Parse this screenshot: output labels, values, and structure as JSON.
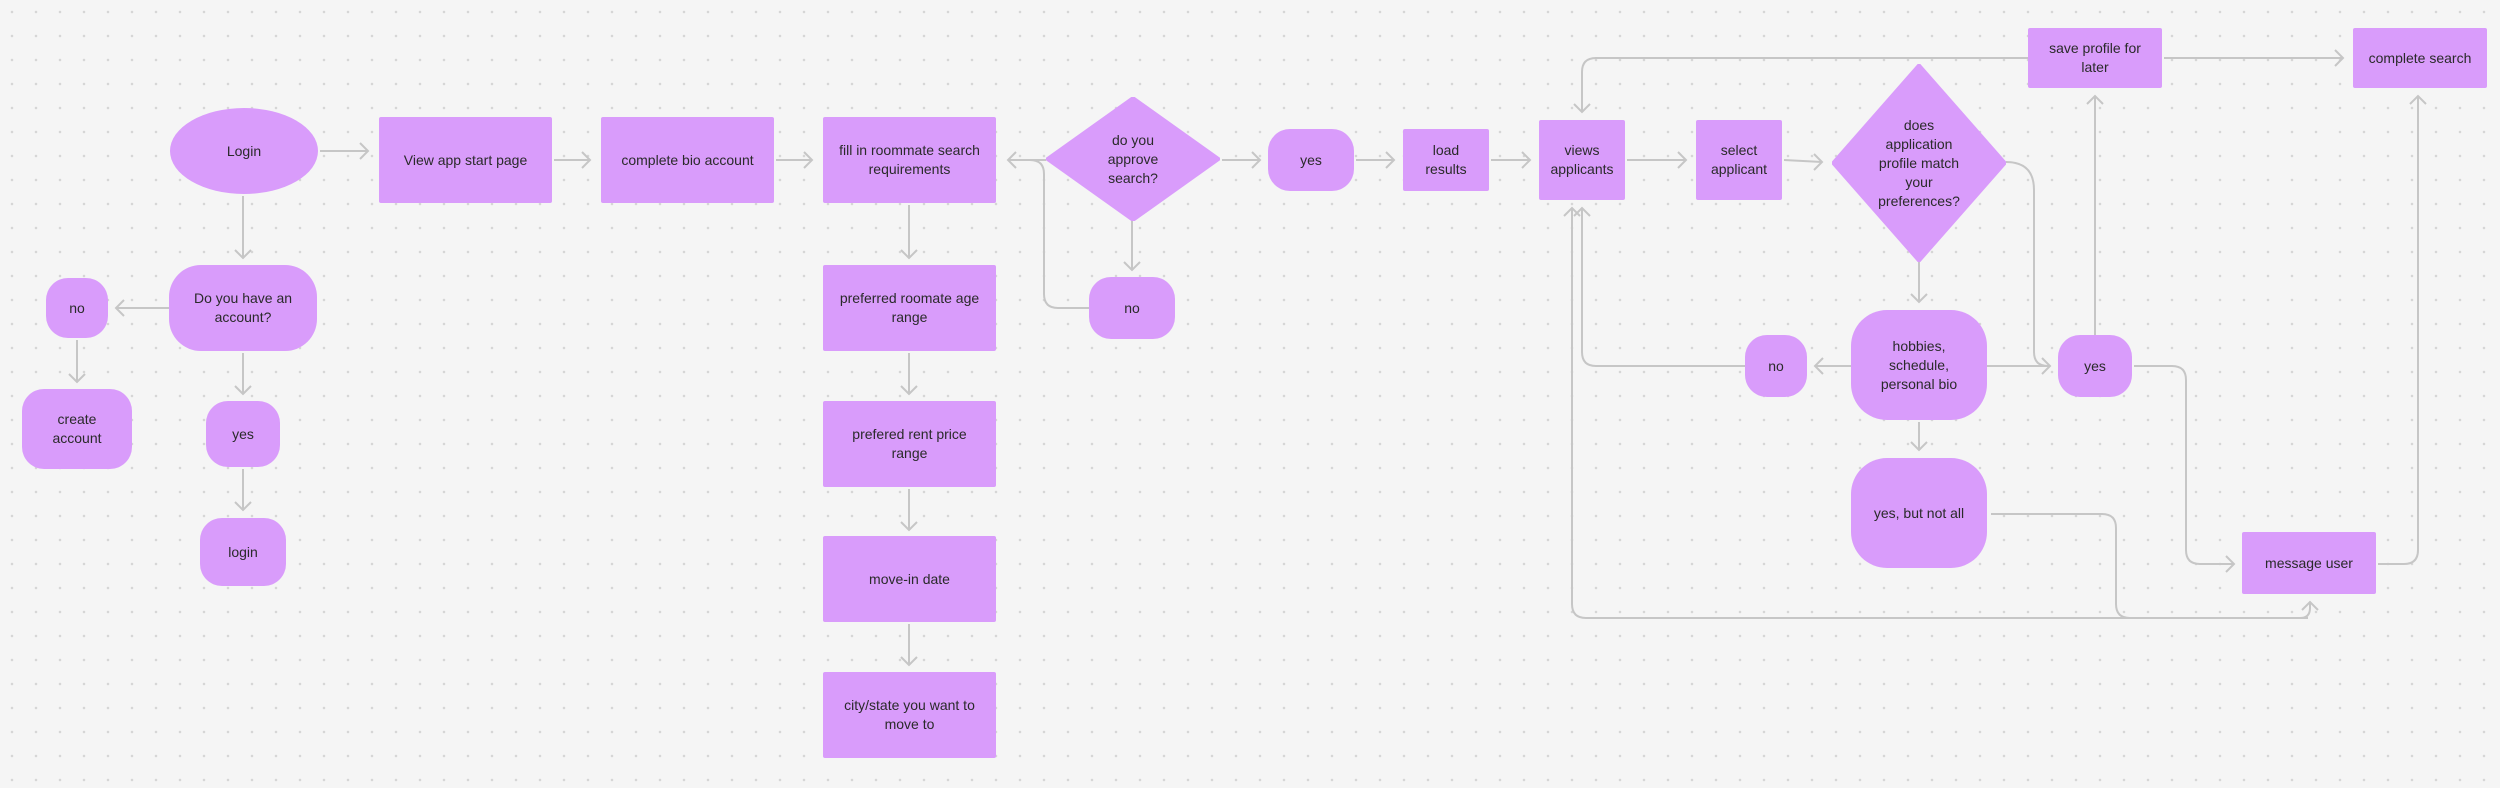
{
  "diagram": {
    "fill_color": "#d99cfb",
    "edge_color": "#c6c6c6",
    "nodes": {
      "login_start": "Login",
      "view_app": "View app start page",
      "complete_bio": "complete bio account",
      "fill_search": "fill in roommate search\nrequirements",
      "approve_search": "do you\napprove\nsearch?",
      "yes_search": "yes",
      "load_results": "load\nresults",
      "views_applicants": "views\napplicants",
      "select_applicant": "select\napplicant",
      "profile_match": "does\napplication\nprofile match\nyour\npreferences?",
      "save_profile": "save profile for\nlater",
      "complete_search": "complete search",
      "have_account": "Do you have an\naccount?",
      "no_account": "no",
      "create_account": "create\naccount",
      "yes_account": "yes",
      "login_final": "login",
      "pref_age": "preferred roomate age\nrange",
      "pref_rent": "prefered rent price range",
      "move_in": "move-in date",
      "city_state": "city/state you want to\nmove to",
      "no_search": "no",
      "no_match": "no",
      "hobbies": "hobbies,\nschedule,\npersonal bio",
      "yes_match": "yes",
      "yes_partial": "yes, but not all",
      "message_user": "message user"
    }
  }
}
